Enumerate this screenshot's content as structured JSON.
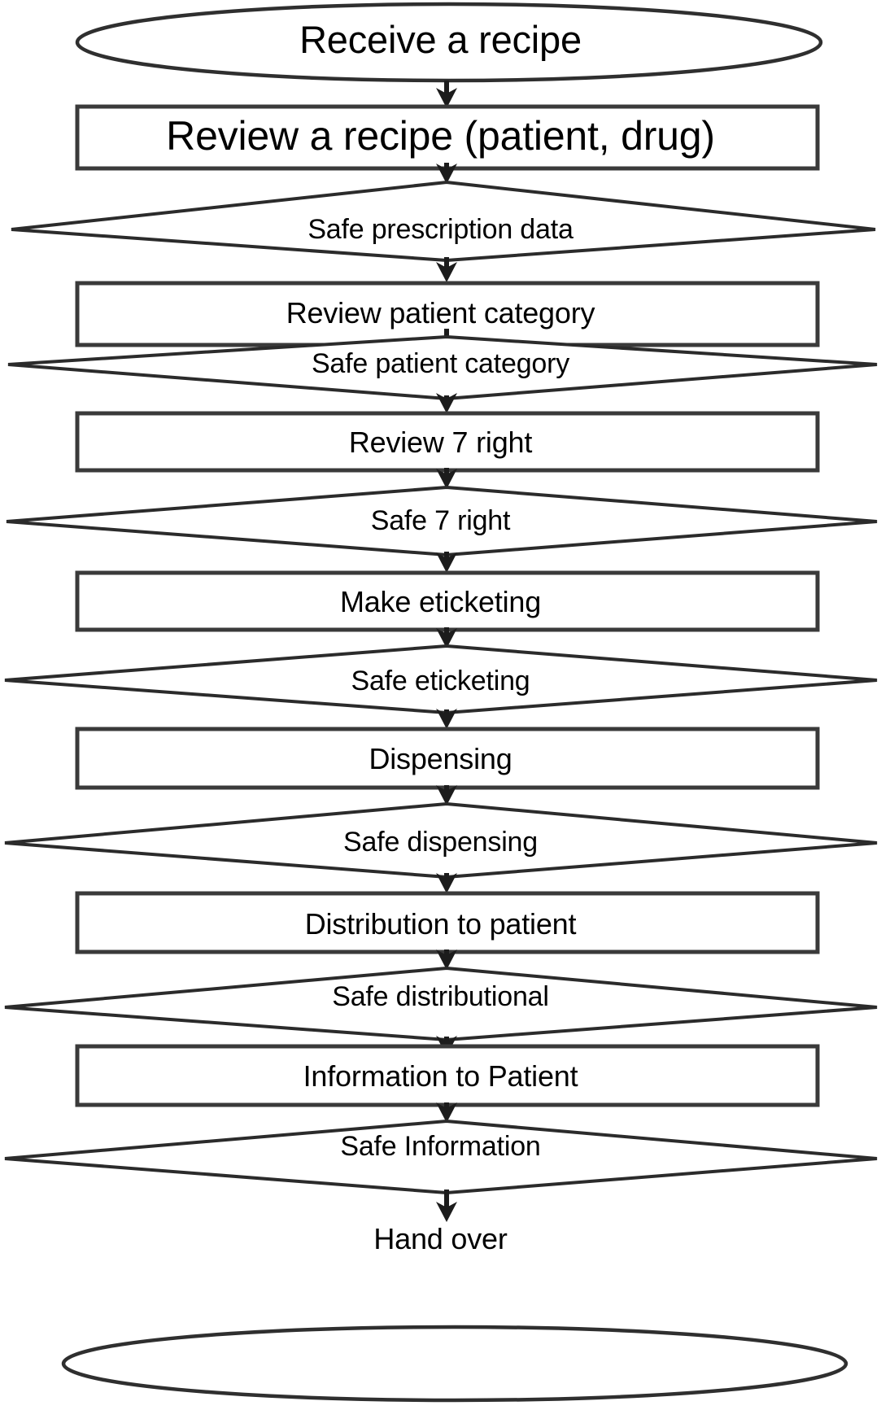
{
  "diagram": {
    "title": "Pharmacy prescription dispensing process flowchart",
    "orientation": "top-to-bottom",
    "colors": {
      "background": "#ffffff",
      "stroke": "#2b2b2b",
      "stroke_light": "#3a3a3a",
      "fill": "#ffffff",
      "text": "#000000"
    },
    "nodes": [
      {
        "id": "n1",
        "shape": "oval",
        "role": "terminator-start",
        "label": "Receive a recipe"
      },
      {
        "id": "n2",
        "shape": "rectangle",
        "role": "process",
        "label": "Review a recipe (patient, drug)"
      },
      {
        "id": "n3",
        "shape": "diamond",
        "role": "decision",
        "label": "Safe prescription data"
      },
      {
        "id": "n4",
        "shape": "rectangle",
        "role": "process",
        "label": "Review patient category"
      },
      {
        "id": "n5",
        "shape": "diamond",
        "role": "decision",
        "label": "Safe patient category"
      },
      {
        "id": "n6",
        "shape": "rectangle",
        "role": "process",
        "label": "Review 7 right"
      },
      {
        "id": "n7",
        "shape": "diamond",
        "role": "decision",
        "label": "Safe 7 right"
      },
      {
        "id": "n8",
        "shape": "rectangle",
        "role": "process",
        "label": "Make eticketing"
      },
      {
        "id": "n9",
        "shape": "diamond",
        "role": "decision",
        "label": "Safe eticketing"
      },
      {
        "id": "n10",
        "shape": "rectangle",
        "role": "process",
        "label": "Dispensing"
      },
      {
        "id": "n11",
        "shape": "diamond",
        "role": "decision",
        "label": "Safe dispensing"
      },
      {
        "id": "n12",
        "shape": "rectangle",
        "role": "process",
        "label": "Distribution to patient"
      },
      {
        "id": "n13",
        "shape": "diamond",
        "role": "decision",
        "label": "Safe distributional"
      },
      {
        "id": "n14",
        "shape": "rectangle",
        "role": "process",
        "label": "Information to Patient"
      },
      {
        "id": "n15",
        "shape": "diamond",
        "role": "decision",
        "label": "Safe Information"
      },
      {
        "id": "n16",
        "shape": "oval",
        "role": "terminator-end",
        "label": "Hand over"
      }
    ],
    "edges": [
      {
        "from": "n1",
        "to": "n2",
        "arrow": "down"
      },
      {
        "from": "n2",
        "to": "n3",
        "arrow": "down"
      },
      {
        "from": "n3",
        "to": "n4",
        "arrow": "down"
      },
      {
        "from": "n4",
        "to": "n5",
        "arrow": "down"
      },
      {
        "from": "n5",
        "to": "n6",
        "arrow": "down"
      },
      {
        "from": "n6",
        "to": "n7",
        "arrow": "down"
      },
      {
        "from": "n7",
        "to": "n8",
        "arrow": "down"
      },
      {
        "from": "n8",
        "to": "n9",
        "arrow": "down"
      },
      {
        "from": "n9",
        "to": "n10",
        "arrow": "down"
      },
      {
        "from": "n10",
        "to": "n11",
        "arrow": "down"
      },
      {
        "from": "n11",
        "to": "n12",
        "arrow": "down"
      },
      {
        "from": "n12",
        "to": "n13",
        "arrow": "down"
      },
      {
        "from": "n13",
        "to": "n14",
        "arrow": "down"
      },
      {
        "from": "n14",
        "to": "n15",
        "arrow": "down"
      },
      {
        "from": "n15",
        "to": "n16",
        "arrow": "down"
      }
    ]
  }
}
